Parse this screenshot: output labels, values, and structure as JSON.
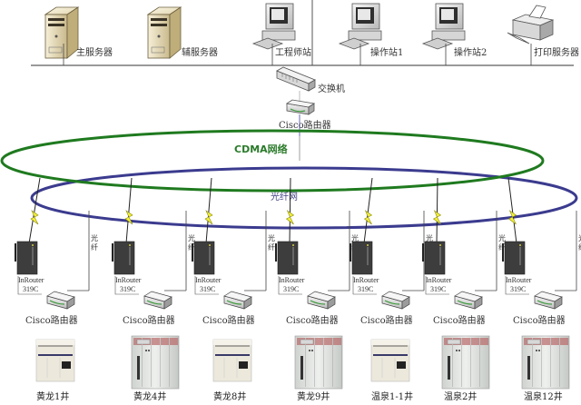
{
  "top_devices": [
    {
      "label": "主服务器",
      "icon": "server-icon"
    },
    {
      "label": "辅服务器",
      "icon": "server-icon"
    },
    {
      "label": "工程师站",
      "icon": "workstation-icon"
    },
    {
      "label": "操作站1",
      "icon": "workstation-icon"
    },
    {
      "label": "操作站2",
      "icon": "workstation-icon"
    },
    {
      "label": "打印服务器",
      "icon": "printer-icon"
    }
  ],
  "core": {
    "switch_label": "交换机",
    "router_label": "Cisco路由器"
  },
  "networks": {
    "cdma_label": "CDMA网络",
    "fiber_label": "光纤网",
    "cdma_color": "#1f7a1f",
    "fiber_color": "#3b3b8f"
  },
  "sites": [
    {
      "modem": "InRouter",
      "model": "319C",
      "fiber_label": "光纤",
      "router": "Cisco路由器",
      "plc": "compact",
      "name": "黄龙1井"
    },
    {
      "modem": "InRouter",
      "model": "319C",
      "fiber_label": "光纤",
      "router": "Cisco路由器",
      "plc": "rack",
      "name": "黄龙4井"
    },
    {
      "modem": "InRouter",
      "model": "319C",
      "fiber_label": "光纤",
      "router": "Cisco路由器",
      "plc": "compact",
      "name": "黄龙8井"
    },
    {
      "modem": "InRouter",
      "model": "319C",
      "fiber_label": "光纤",
      "router": "Cisco路由器",
      "plc": "rack",
      "name": "黄龙9井"
    },
    {
      "modem": "InRouter",
      "model": "319C",
      "fiber_label": "光纤",
      "router": "Cisco路由器",
      "plc": "compact",
      "name": "温泉1-1井"
    },
    {
      "modem": "InRouter",
      "model": "319C",
      "fiber_label": "光纤",
      "router": "Cisco路由器",
      "plc": "rack",
      "name": "温泉2井"
    },
    {
      "modem": "InRouter",
      "model": "319C",
      "fiber_label": "光纤",
      "router": "Cisco路由器",
      "plc": "rack",
      "name": "温泉12井"
    }
  ]
}
